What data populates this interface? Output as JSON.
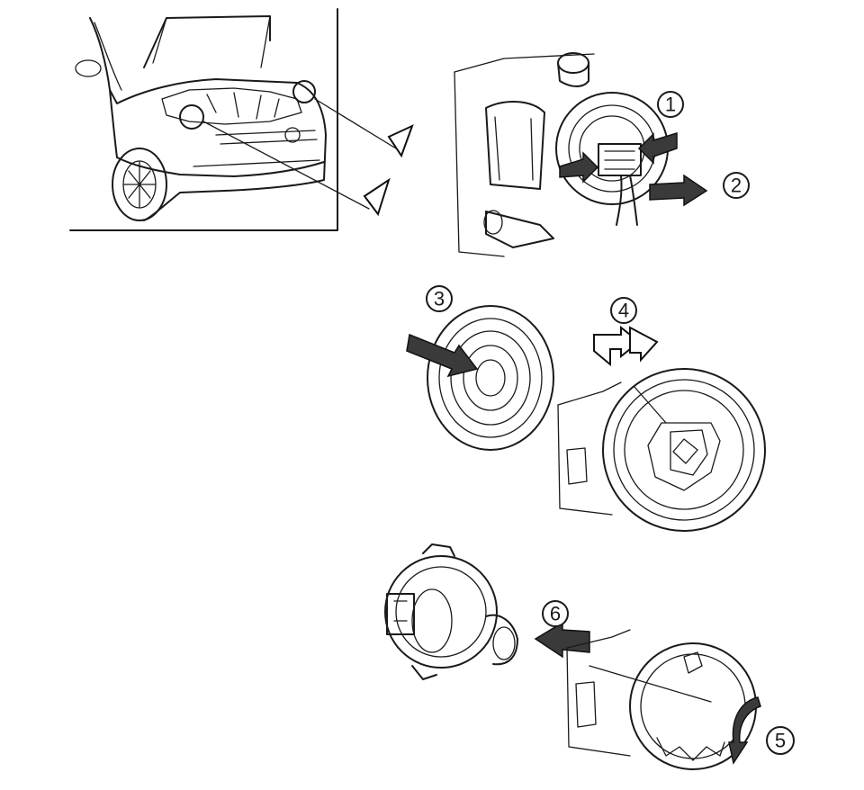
{
  "colors": {
    "background": "#ffffff",
    "line": "#1a1a1a",
    "arrow_fill": "#3a3a3a"
  },
  "steps": [
    {
      "id": "1",
      "label": "1"
    },
    {
      "id": "2",
      "label": "2"
    },
    {
      "id": "3",
      "label": "3"
    },
    {
      "id": "4",
      "label": "4"
    },
    {
      "id": "5",
      "label": "5"
    },
    {
      "id": "6",
      "label": "6"
    }
  ]
}
